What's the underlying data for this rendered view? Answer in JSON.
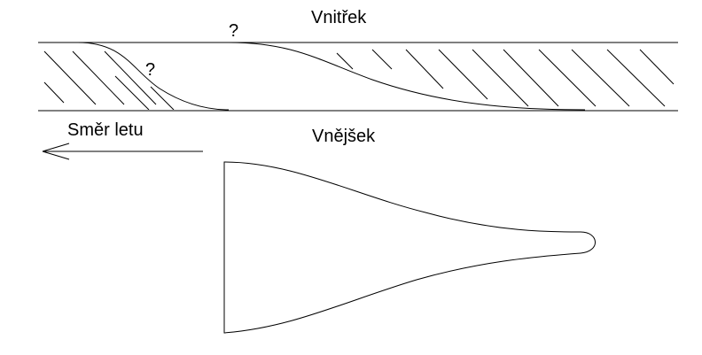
{
  "labels": {
    "inside": "Vnitřek",
    "outside": "Vnějšek",
    "flight_direction": "Směr letu",
    "question_left": "?",
    "question_top": "?"
  },
  "colors": {
    "line": "#000000",
    "background": "#ffffff"
  }
}
